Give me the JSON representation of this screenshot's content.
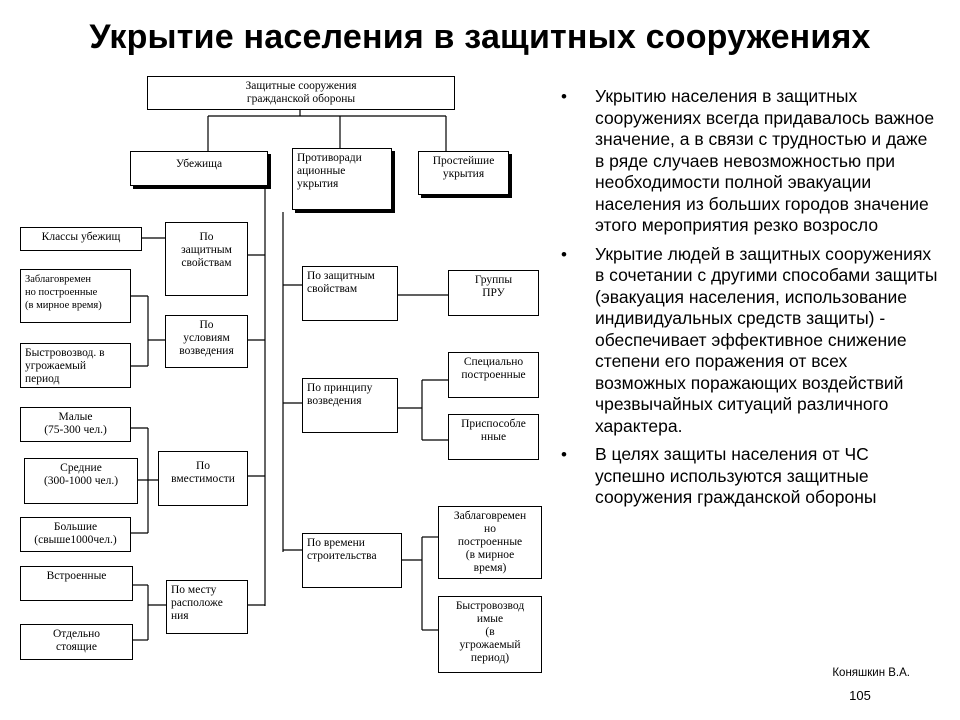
{
  "title": "Укрытие населения в защитных сооружениях",
  "diagram": {
    "root": "Защитные сооружения\nгражданской обороны",
    "level1": {
      "shelters": "Убежища",
      "anti_radiation": "Противоради\nационные\nукрытия",
      "simple": "Простейшие\nукрытия"
    },
    "shelter_criteria": {
      "protective": "По\nзащитным\nсвойствам",
      "erection": "По\nусловиям\nвозведения",
      "capacity": "По\nвместимости",
      "location": "По  месту\nрасположе\nния"
    },
    "shelter_leaves": {
      "classes": "Классы убежищ",
      "prebuilt": "Заблаговремен\nно  построенные\n(в мирное время)",
      "quick": "Быстровозвод. в\nугрожаемый\nпериод",
      "small": "Малые\n(75-300 чел.)",
      "medium": "Средние\n(300-1000 чел.)",
      "large": "Большие\n(свыше1000чел.)",
      "builtin": "Встроенные",
      "standalone": "Отдельно\nстоящие"
    },
    "pru_criteria": {
      "protective": "По  защитным\nсвойствам",
      "principle": "По      принципу\nвозведения",
      "build_time": "По времени\nстроительства"
    },
    "pru_leaves": {
      "groups": "Группы\nПРУ",
      "special": "Специально\nпостроенные",
      "adapted": "Приспособле\nнные",
      "prebuilt": "Заблаговремен\nно\nпостроенные\n(в мирное\nвремя)",
      "quick": "Быстровозвод\nимые\n(в\nугрожаемый\nпериод)"
    }
  },
  "bullets": [
    "Укрытию населения в защитных сооружениях всегда придавалось важное значение, а в связи с трудностью и даже в ряде случаев невозможностью при необходимости полной эвакуации населения из больших городов значение этого мероприятия резко возросло",
    "Укрытие людей в защитных сооружениях в сочетании с другими способами защиты (эвакуация населения, использование индивидуальных средств защиты) - обеспечивает эффективное снижение степени его поражения от всех возможных поражающих воздействий чрезвычайных ситуаций различного характера.",
    "В целях защиты населения от ЧС успешно используются защитные сооружения гражданской обороны"
  ],
  "bullet_marker": "•",
  "author": "Коняшкин В.А.",
  "page_number": "105"
}
